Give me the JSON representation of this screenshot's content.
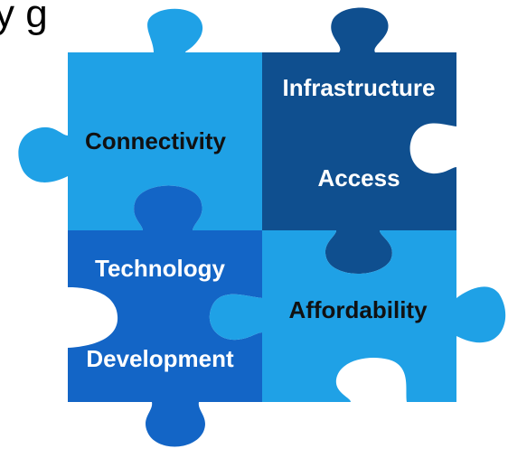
{
  "header_fragment": "y g",
  "pieces": [
    {
      "id": "connectivity",
      "labels": [
        "Connectivity"
      ],
      "fill": "#1fa1e6",
      "text_color": "#111111"
    },
    {
      "id": "infrastructure-access",
      "labels": [
        "Infrastructure",
        "Access"
      ],
      "fill": "#0f4f8f",
      "text_color": "#ffffff"
    },
    {
      "id": "technology-development",
      "labels": [
        "Technology",
        "Development"
      ],
      "fill": "#1365c6",
      "text_color": "#ffffff"
    },
    {
      "id": "affordability",
      "labels": [
        "Affordability"
      ],
      "fill": "#1fa1e6",
      "text_color": "#111111"
    }
  ]
}
